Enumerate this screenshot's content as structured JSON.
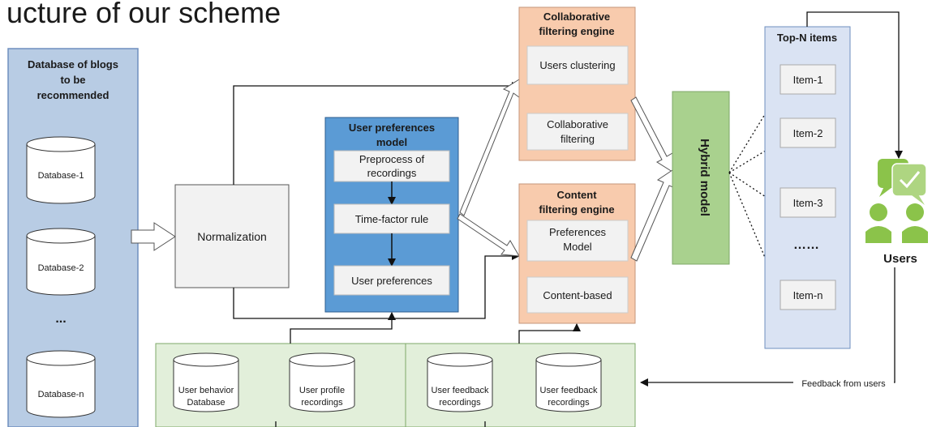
{
  "page_title_partial": "ucture of our scheme",
  "database": {
    "title_lines": [
      "Database of blogs",
      "to be",
      "recommended"
    ],
    "items": [
      "Database-1",
      "Database-2",
      "...",
      "Database-n"
    ]
  },
  "normalization": {
    "label": "Normalization"
  },
  "user_pref_model": {
    "title_lines": [
      "User preferences",
      "model"
    ],
    "steps": [
      "Preprocess of",
      "recordings",
      "Time-factor rule",
      "User preferences"
    ]
  },
  "cf_engine": {
    "title_lines": [
      "Collaborative",
      "filtering engine"
    ],
    "items": [
      "Users clustering",
      "Collaborative",
      "filtering"
    ]
  },
  "cb_engine": {
    "title_lines": [
      "Content",
      "filtering engine"
    ],
    "items": [
      "Preferences",
      "Model",
      "Content-based"
    ]
  },
  "hybrid": {
    "label": "Hybrid model"
  },
  "topn": {
    "title": "Top-N  items",
    "items": [
      "Item-1",
      "Item-2",
      "Item-3",
      "……",
      "Item-n"
    ]
  },
  "users": {
    "label": "Users"
  },
  "feedback_label": "Feedback from users",
  "data_sources": [
    "User behavior",
    "Database",
    "User profile",
    "recordings",
    "User feedback",
    "recordings",
    "User feedback",
    "recordings"
  ],
  "colors": {
    "db_panel": "#b8cce4",
    "user_pref_model": "#5b9bd5",
    "engines": "#f8cbad",
    "hybrid": "#a9d18e",
    "topn": "#dae3f3",
    "data_panel": "#e2efda",
    "users_icon": "#8bc34a"
  }
}
